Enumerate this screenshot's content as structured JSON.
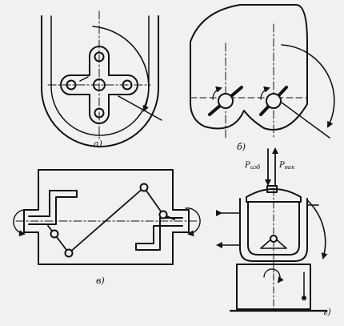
{
  "figure": {
    "panels": [
      {
        "id": "a",
        "label": "а)"
      },
      {
        "id": "b",
        "label": "б)"
      },
      {
        "id": "v",
        "label": "в)"
      },
      {
        "id": "g",
        "label": "г)"
      }
    ],
    "pressure": {
      "p_izb": "P",
      "p_izb_sub": "изб",
      "p_vak": "P",
      "p_vak_sub": "вак"
    }
  }
}
